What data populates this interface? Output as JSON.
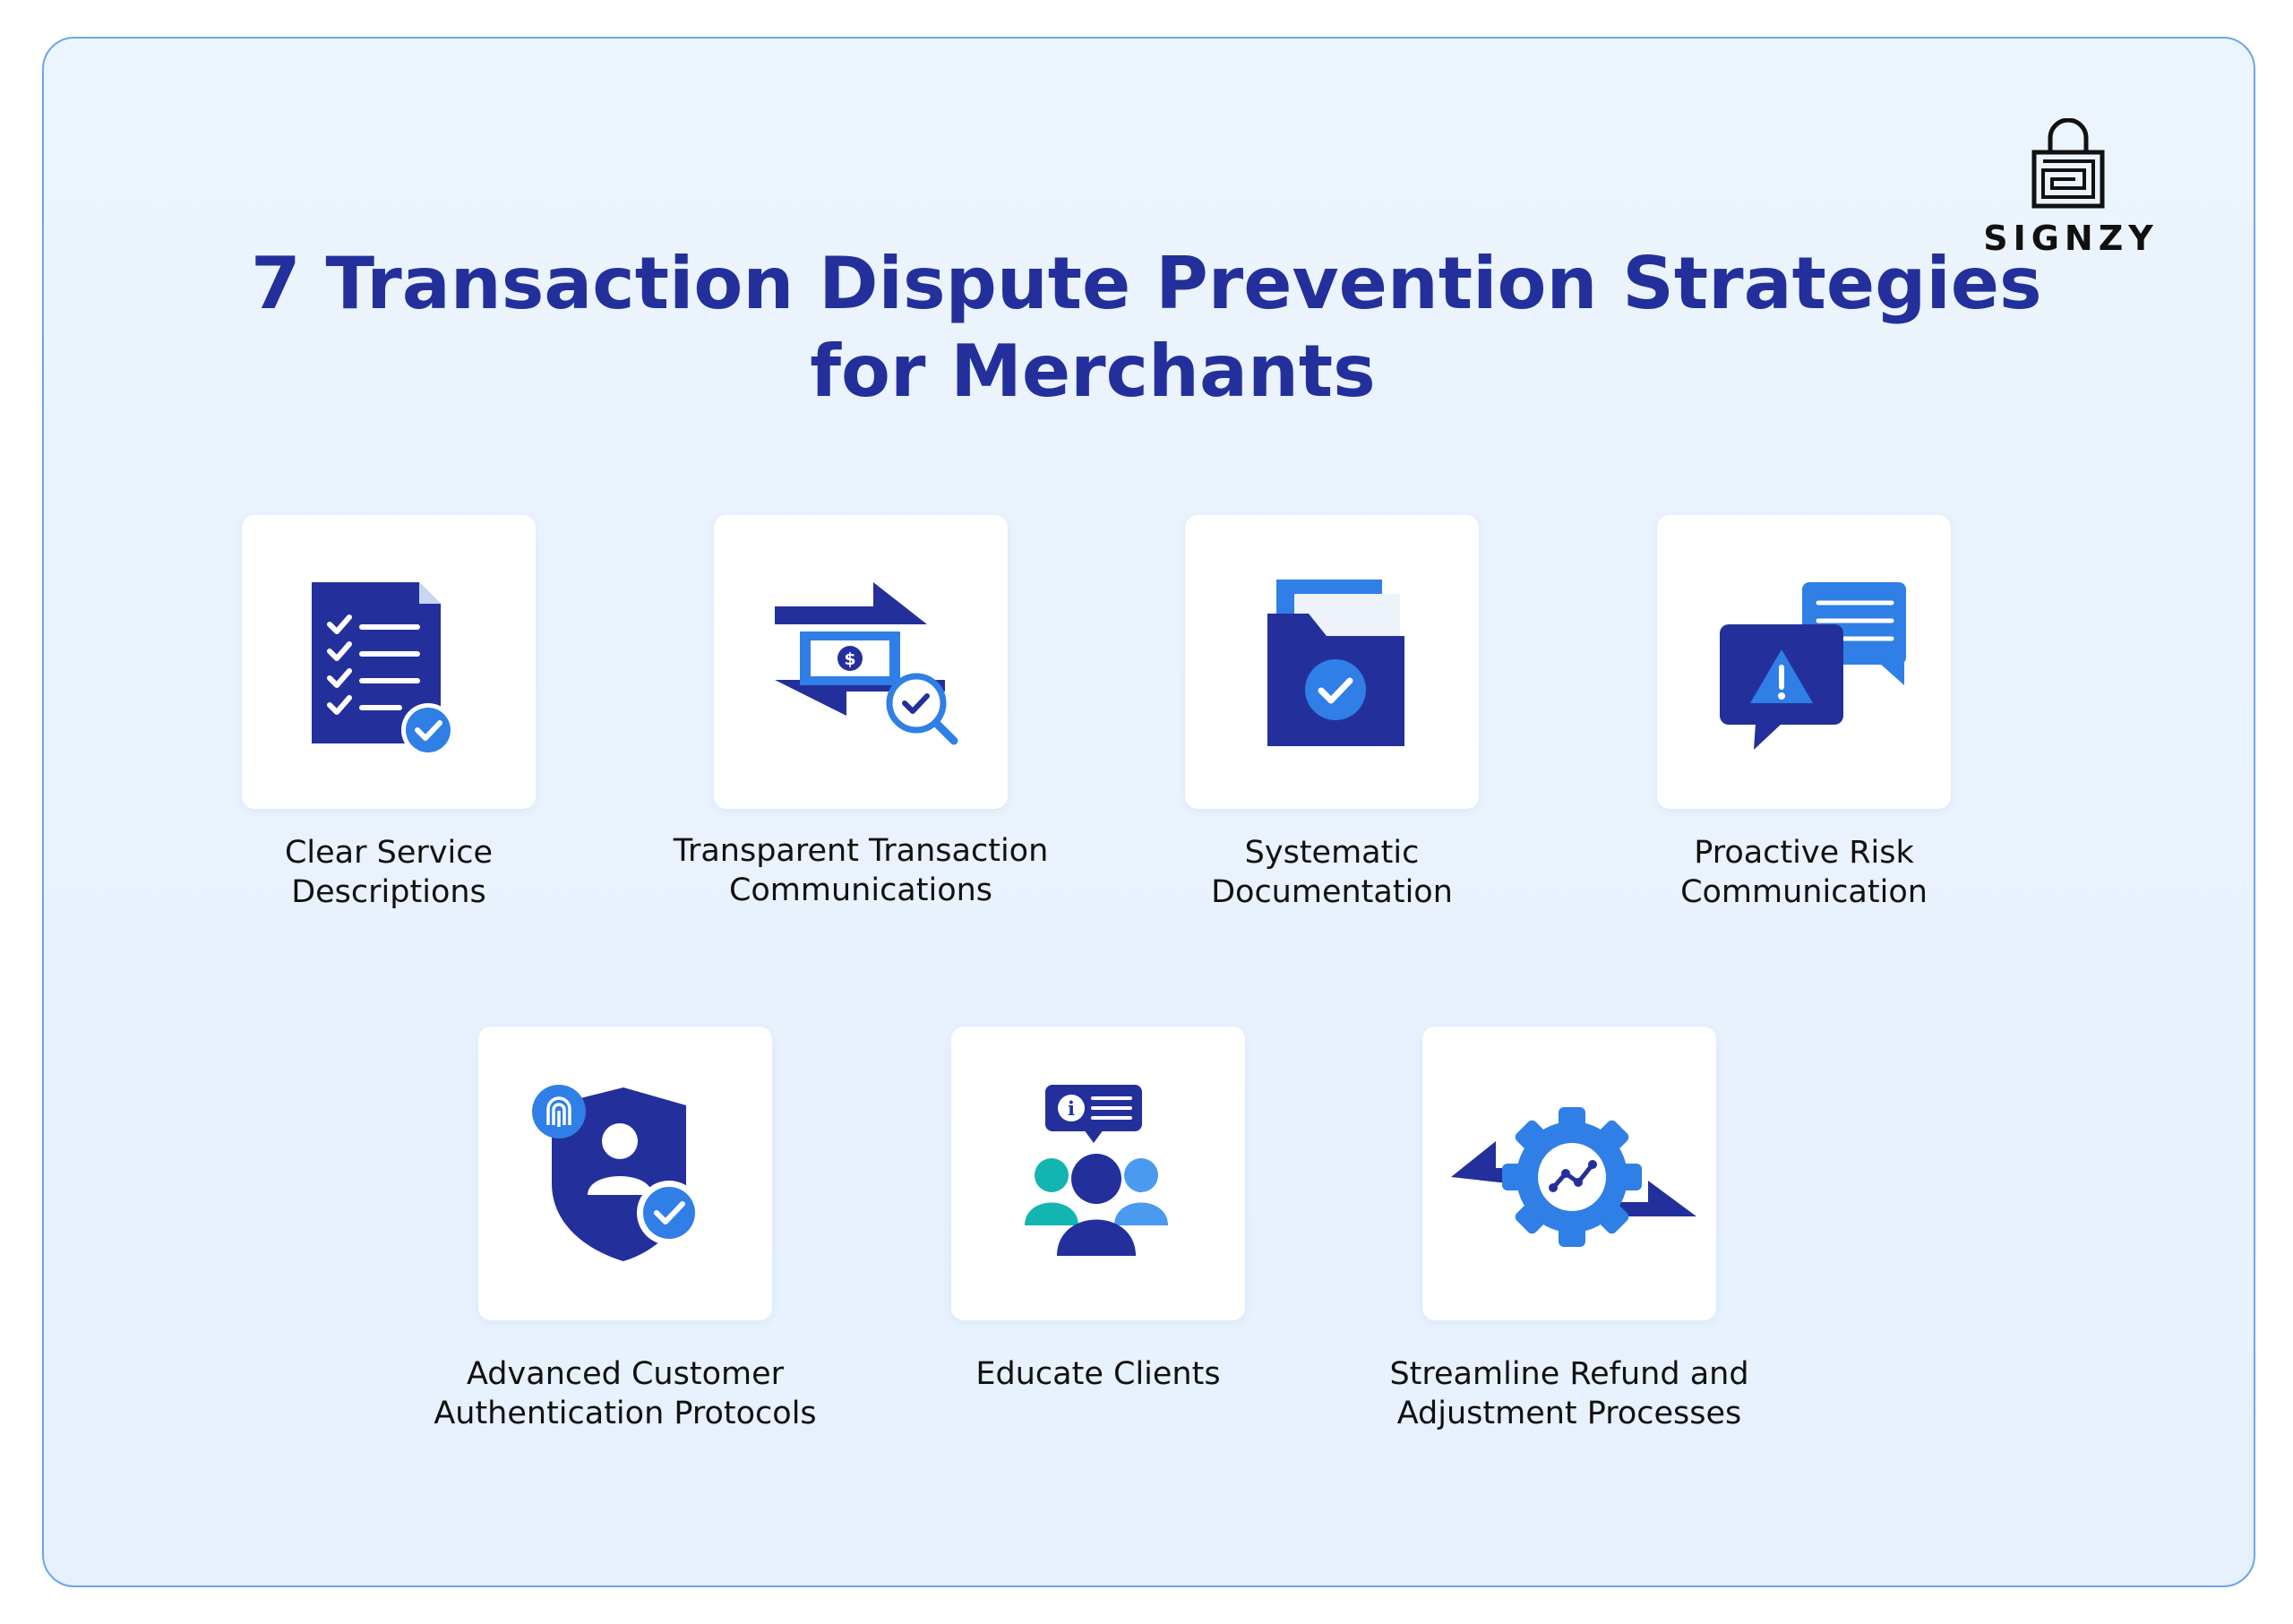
{
  "brand": {
    "name": "SIGNZY",
    "logo_icon": "padlock-maze-icon"
  },
  "title": {
    "line1": "7 Transaction Dispute Prevention Strategies",
    "line2": "for Merchants"
  },
  "colors": {
    "navy": "#23309b",
    "blue": "#2f7fe6",
    "light_blue": "#4a9af0",
    "teal": "#12b5b1",
    "border": "#6aa6e8"
  },
  "strategies": [
    {
      "line1": "Clear Service",
      "line2": "Descriptions",
      "icon": "checklist-document-icon"
    },
    {
      "line1": "Transparent Transaction",
      "line2": "Communications",
      "icon": "money-transfer-search-icon"
    },
    {
      "line1": "Systematic",
      "line2": "Documentation",
      "icon": "folder-check-icon"
    },
    {
      "line1": "Proactive Risk",
      "line2": "Communication",
      "icon": "warning-chat-icon"
    },
    {
      "line1": "Advanced Customer",
      "line2": "Authentication Protocols",
      "icon": "shield-fingerprint-icon"
    },
    {
      "line1": "Educate Clients",
      "line2": "",
      "icon": "group-info-icon"
    },
    {
      "line1": "Streamline Refund and",
      "line2": "Adjustment Processes",
      "icon": "gear-arrows-icon"
    }
  ]
}
